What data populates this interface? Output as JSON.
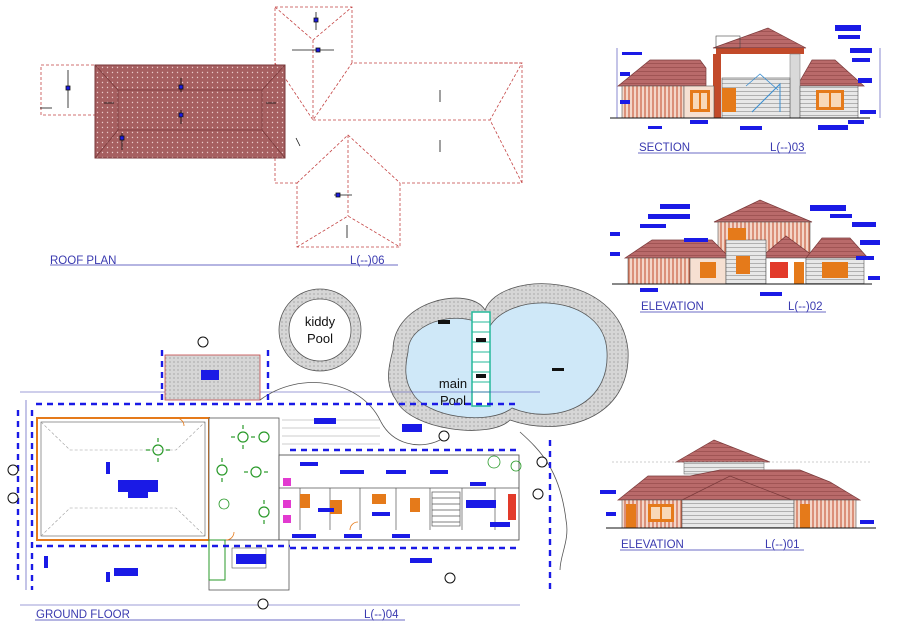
{
  "colors": {
    "roof": "#a65f60",
    "roof_line": "#7a3a3b",
    "dash": "#c44444",
    "accent_blue": "#1a1ae6",
    "label_blue": "#3a3ab0",
    "pool_water": "#cfe8f8",
    "pool_deck": "#c9c9c9",
    "brick": "#c24a2a",
    "orange": "#e57a1a",
    "green": "#2a9a2a",
    "teal": "#26b89a"
  },
  "drawings": {
    "roof_plan": {
      "title": "ROOF PLAN",
      "ref": "L(--)06"
    },
    "section": {
      "title": "SECTION",
      "ref": "L(--)03"
    },
    "elevation_02": {
      "title": "ELEVATION",
      "ref": "L(--)02"
    },
    "elevation_01": {
      "title": "ELEVATION",
      "ref": "L(--)01"
    },
    "ground_floor": {
      "title": "GROUND FLOOR",
      "ref": "L(--)04"
    }
  },
  "pools": {
    "kiddy": {
      "line1": "kiddy",
      "line2": "Pool"
    },
    "main": {
      "line1": "main",
      "line2": "Pool"
    }
  },
  "icons": {
    "north_arrow": "north-arrow-icon",
    "table_set": "table-chairs-icon",
    "tree": "tree-icon",
    "door_swing": "door-swing-icon"
  }
}
